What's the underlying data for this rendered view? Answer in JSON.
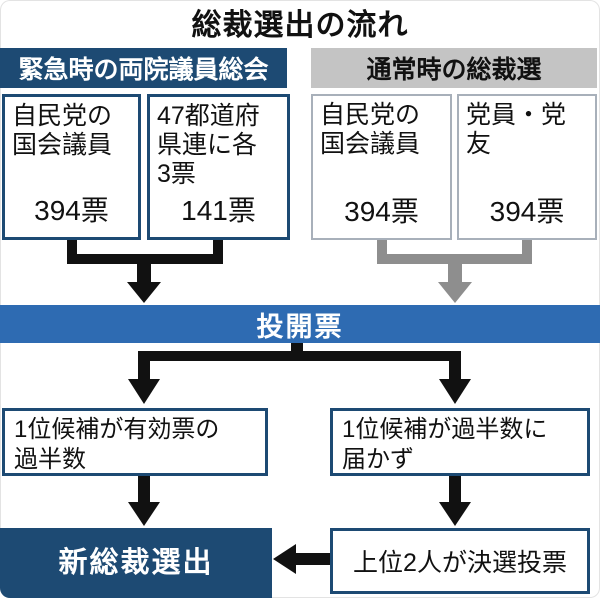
{
  "title": "総裁選出の流れ",
  "colors": {
    "navy": "#1d4a73",
    "bar_blue": "#2e6bb2",
    "header_gray": "#c4c4c4",
    "arrow_black": "#111111",
    "arrow_gray": "#8e8e8e"
  },
  "emergency_track": {
    "header": "緊急時の両院議員総会",
    "boxes": [
      {
        "label": "自民党の\n国会議員",
        "votes": "394票"
      },
      {
        "label": "47都道府\n県連に各\n3票",
        "votes": "141票"
      }
    ]
  },
  "normal_track": {
    "header": "通常時の総裁選",
    "boxes": [
      {
        "label": "自民党の\n国会議員",
        "votes": "394票"
      },
      {
        "label": "党員・党友",
        "votes": "394票"
      }
    ]
  },
  "ballot_bar": {
    "label": "投開票"
  },
  "outcomes": [
    {
      "label": "1位候補が有効票の\n過半数"
    },
    {
      "label": "1位候補が過半数に\n届かず"
    }
  ],
  "final": {
    "label": "新総裁選出"
  },
  "runoff": {
    "label": "上位2人が決選投票"
  }
}
